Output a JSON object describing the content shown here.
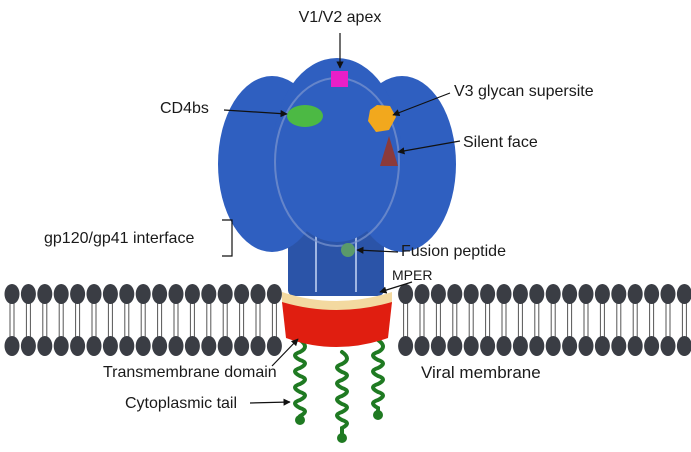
{
  "diagram": {
    "labels": {
      "apex": "V1/V2 apex",
      "cd4bs": "CD4bs",
      "v3": "V3 glycan supersite",
      "silent": "Silent face",
      "interface": "gp120/gp41 interface",
      "fusion": "Fusion peptide",
      "mper": "MPER",
      "tm": "Transmembrane domain",
      "membrane": "Viral membrane",
      "tail": "Cytoplasmic tail"
    },
    "colors": {
      "gp120": "#2f5fc0",
      "gp41_stalk": "#2b54a8",
      "apex_site": "#e81fc8",
      "cd4bs_site": "#4cb944",
      "v3_site": "#f2a81d",
      "silent_site": "#8b3a3a",
      "fusion_site": "#5a9a6a",
      "mper_band": "#f3d9a0",
      "tm_domain": "#e01e10",
      "lipid_head": "#3a3d44",
      "tail": "#1f7a22"
    }
  }
}
